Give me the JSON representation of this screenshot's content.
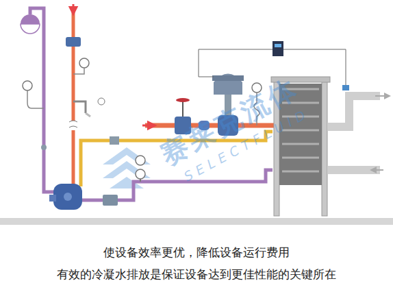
{
  "diagram": {
    "caption": "使设备效率更优，降低设备运行费用 有效的冷凝水排放是保证设备达到更佳性能的关键所在",
    "labels": [
      "赛莱克流体",
      "SELECTFLUID"
    ]
  }
}
